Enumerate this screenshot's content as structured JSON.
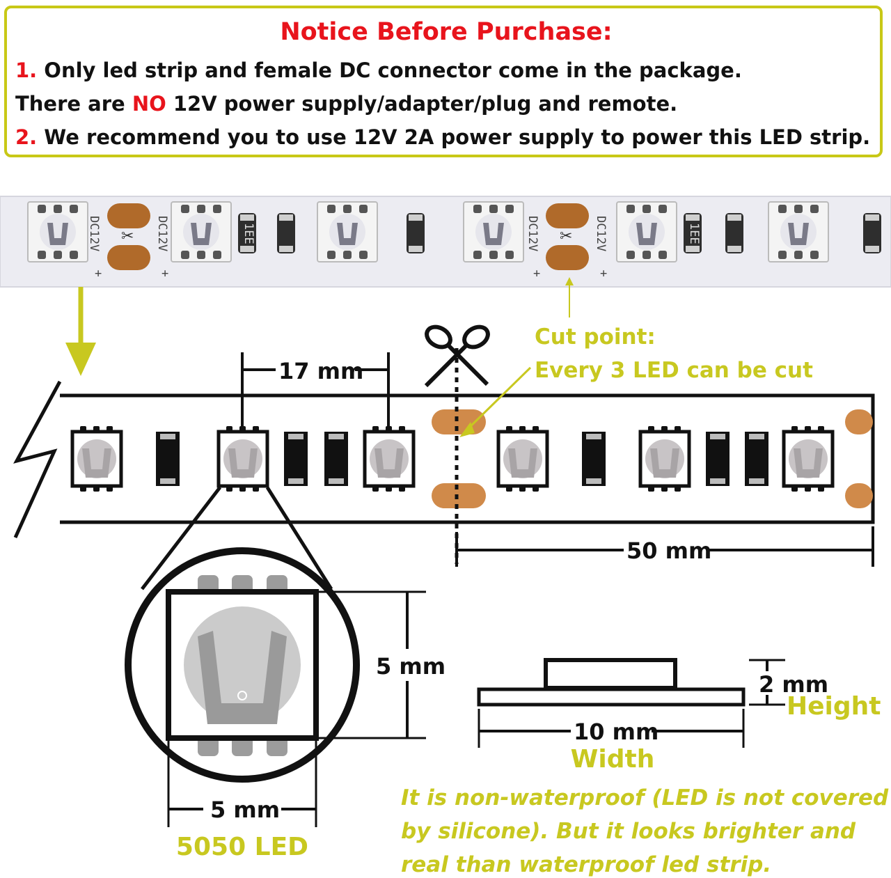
{
  "notice": {
    "title": "Notice Before Purchase:",
    "line1_num": "1.",
    "line1_text": " Only led strip and female DC connector come in the package.",
    "line2_pre": "There are ",
    "line2_no": "NO",
    "line2_post": " 12V power supply/adapter/plug and remote.",
    "line3_num": "2.",
    "line3_text": " We recommend you to use 12V 2A power supply to power this LED strip."
  },
  "strip_photo": {
    "label": "DC12V",
    "plus": "+",
    "minus": "-",
    "resistor_code": "1EE"
  },
  "dimensions": {
    "led_pitch": "17 mm",
    "segment_length": "50 mm",
    "led_height": "5 mm",
    "led_width": "5 mm",
    "strip_height": "2 mm",
    "strip_width": "10 mm"
  },
  "labels": {
    "cut_point": "Cut point:",
    "cut_rule": "Every 3 LED can be cut",
    "height": "Height",
    "width": "Width",
    "led_type": "5050 LED"
  },
  "description": {
    "line1": "It is non-waterproof (LED is not covered",
    "line2": "by silicone). But it looks brighter and",
    "line3": "real than waterproof led strip."
  },
  "colors": {
    "accent_red": "#e8141c",
    "olive": "#c8c820",
    "copper_pad": "#d08a4a"
  }
}
